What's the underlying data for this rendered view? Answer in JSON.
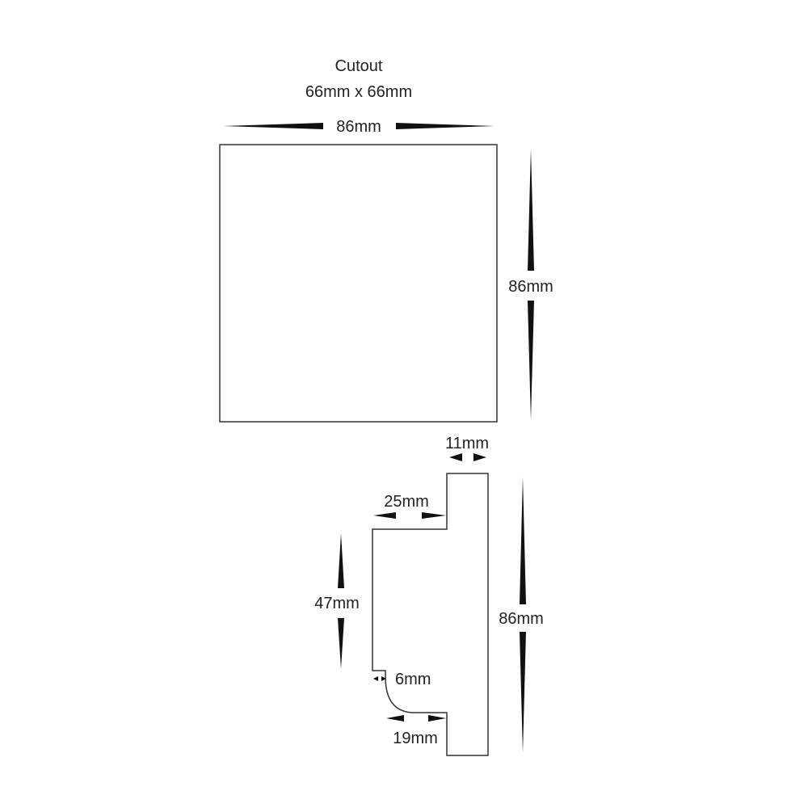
{
  "cutout": {
    "title": "Cutout",
    "size": "66mm x 66mm"
  },
  "front_view": {
    "width_label": "86mm",
    "height_label": "86mm"
  },
  "side_view": {
    "top_depth_label": "11mm",
    "upper_step_label": "25mm",
    "middle_height_label": "47mm",
    "lower_notch_label": "6mm",
    "lower_step_label": "19mm",
    "total_height_label": "86mm"
  },
  "colors": {
    "line": "#333333",
    "arrow": "#111111",
    "text": "#222222"
  }
}
